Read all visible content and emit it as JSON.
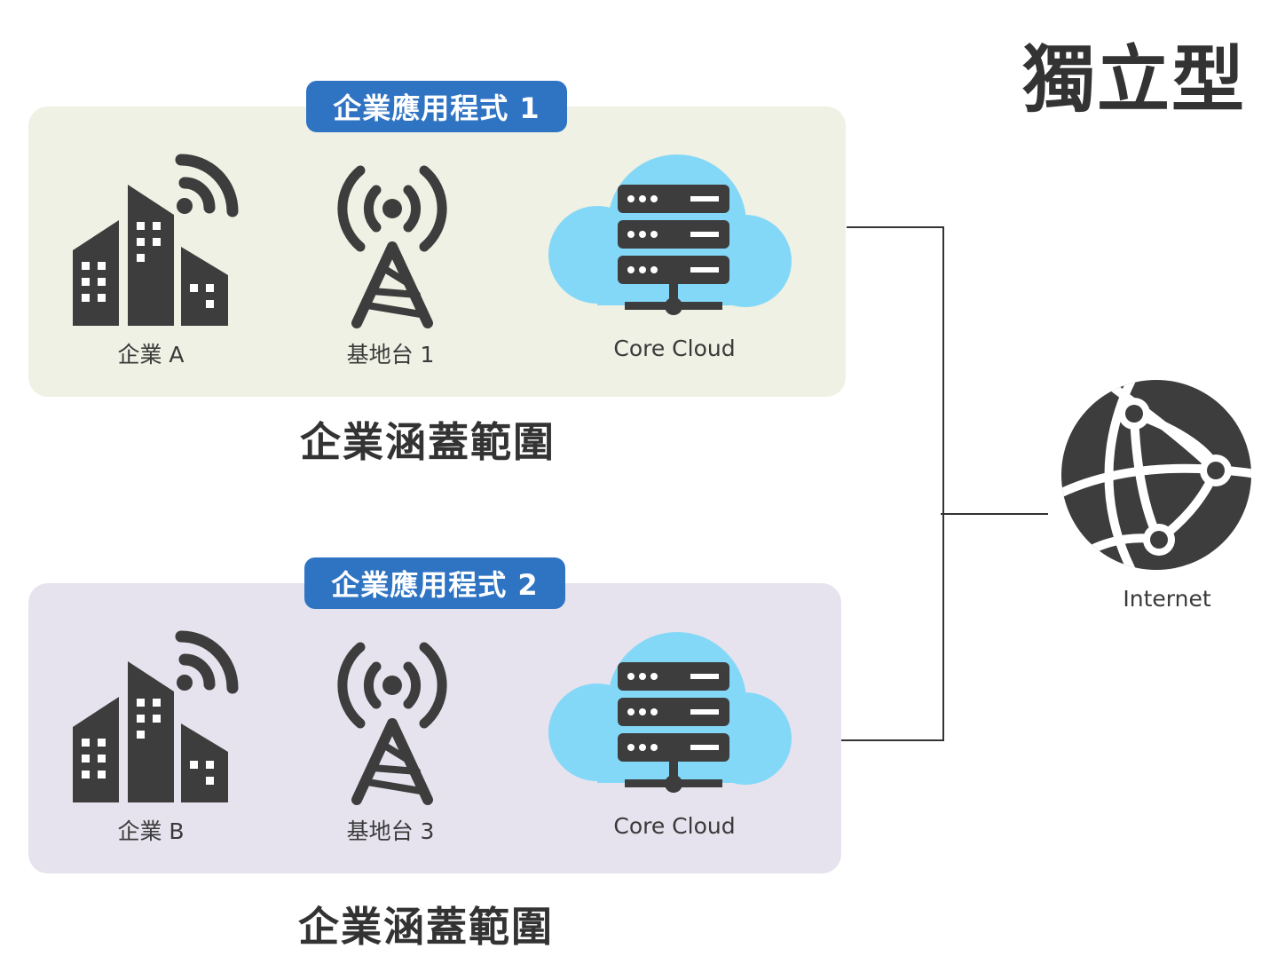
{
  "title": "獨立型",
  "groups": [
    {
      "app_label": "企業應用程式 1",
      "enterprise_label": "企業 A",
      "station_label": "基地台 1",
      "cloud_label": "Core Cloud",
      "coverage_label": "企業涵蓋範圍",
      "panel_color": "#eef1e3"
    },
    {
      "app_label": "企業應用程式 2",
      "enterprise_label": "企業 B",
      "station_label": "基地台 3",
      "cloud_label": "Core Cloud",
      "coverage_label": "企業涵蓋範圍",
      "panel_color": "#e6e3ee"
    }
  ],
  "internet": {
    "label": "Internet",
    "icon": "globe-network-icon"
  },
  "icons": {
    "enterprise": "building-wifi-icon",
    "station": "cell-tower-icon",
    "cloud": "cloud-server-icon"
  },
  "colors": {
    "accent": "#2f74c3",
    "icon_dark": "#3d3d3d",
    "cloud": "#84d8f7"
  }
}
